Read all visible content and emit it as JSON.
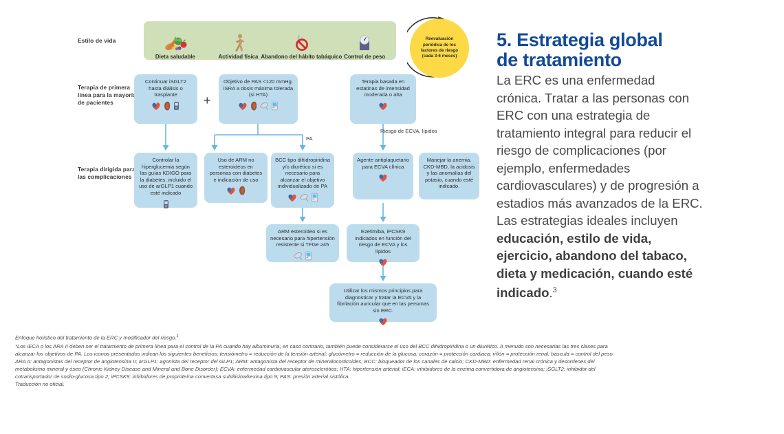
{
  "diagram": {
    "row_labels": [
      {
        "text": "Estilo de vida"
      },
      {
        "text": "Terapia de primera línea para la mayoría de pacientes"
      },
      {
        "text": "Terapia dirigida para las complicaciones"
      }
    ],
    "lifestyle": [
      {
        "label": "Dieta saludable",
        "icon": "healthy-food-icon",
        "glyph": "🥗"
      },
      {
        "label": "Actividad física",
        "icon": "running-person-icon",
        "glyph": "🏃"
      },
      {
        "label": "Abandono del hábito tabáquico",
        "icon": "no-smoking-icon",
        "glyph": "🚭"
      },
      {
        "label": "Control de peso",
        "icon": "weight-scale-icon",
        "glyph": "⚖"
      }
    ],
    "recheck": "Reevaluación periódica de los factores de riesgo (cada 3-6 meses)",
    "plus": "+",
    "boxes": {
      "sglt2": {
        "text": "Continuar iSGLT2 hasta diálisis o trasplante",
        "icons": [
          "heart-icon",
          "kidney-icon",
          "glucometer-icon"
        ]
      },
      "bp": {
        "text": "Objetivo de PAS <120 mmHg. iSRA a dosis máxima tolerada (si HTA)",
        "icons": [
          "heart-icon",
          "kidney-icon",
          "bp-cuff-icon",
          "bp-monitor-icon"
        ]
      },
      "statin": {
        "text": "Terapia basada en estatinas de intensidad moderada o alta",
        "icons": [
          "heart-icon"
        ]
      },
      "glycemia": {
        "text": "Controlar la hiperglucemia según las guías KDIGO para la diabetes, incluido el uso de arGLP1 cuando esté indicado",
        "icons": [
          "glucometer-icon"
        ]
      },
      "nsmra": {
        "text": "Uso de ARM no esteroideos en personas con diabetes e indicación de uso",
        "icons": [
          "heart-icon",
          "kidney-icon"
        ]
      },
      "ccb": {
        "text": "BCC tipo dihidropiridina y/o diurético si es necesario para alcanzar el objetivo individualizado de PA",
        "icons": [
          "heart-icon",
          "bp-cuff-icon",
          "bp-monitor-icon"
        ]
      },
      "antiplatelet": {
        "text": "Agente antiplaquetario para ECVA clínica",
        "icons": [
          "heart-icon"
        ]
      },
      "anemia": {
        "text": "Manejar la anemia, CKD-MBD, la acidosis y las anomalías del potasio, cuando esté indicado.",
        "icons": []
      },
      "smra": {
        "text": "ARM esteroideo si es necesario para hipertensión resistente si TFGe ≥45",
        "icons": [
          "bp-cuff-icon",
          "bp-monitor-icon"
        ]
      },
      "ezetimibe": {
        "text": "Ezetimiba, iPCSK9 indicados en función del riesgo de ECVA y los lípidos",
        "icons": [
          "heart-icon"
        ]
      },
      "afib": {
        "text": "Utilizar los mismos principios para diagnosticar y tratar la ECVA y la fibrilación auricular que en las personas sin ERC.",
        "icons": [
          "heart-icon"
        ]
      }
    },
    "connector_labels": [
      {
        "text": "PA"
      },
      {
        "text": "Riesgo de ECVA, lípidos"
      }
    ]
  },
  "right": {
    "title_line1": "5. Estrategia global",
    "title_line2": "de tratamiento",
    "body_plain_1": "La ERC es una enfermedad crónica. Tratar a las personas con ERC con una estrategia de tratamiento integral para reducir el riesgo de complicaciones (por ejemplo, enfermedades cardiovasculares) y de progresión a estadios más avanzados de la ERC. Las estrategias ideales incluyen ",
    "body_bold": "educación, estilo de vida, ejercicio, abandono del tabaco, dieta y medicación, cuando esté indicado",
    "body_tail": ".",
    "body_sup": "3"
  },
  "footnotes": {
    "title": "Enfoque holístico del tratamiento de la ERC y modificador del riesgo.",
    "title_sup": "1",
    "lines": [
      "*Los iECA o los ARA II deben ser el tratamiento de primera línea para el control de la PA cuando hay albuminuria; en caso contrario, también puede considerarse el uso del BCC dihidropiridina o un diurético. A menudo son necesarias las tres clases para",
      "alcanzar los objetivos de PA. Los iconos presentados indican los siguientes beneficios: tensiómetro = reducción de la tensión arterial; glucómetro = reducción de la glucosa; corazón = protección cardiaca; riñón = protección renal; báscula = control del peso.",
      "ARA II: antagonistas del receptor de angiotensina II; arGLP1: agonista del receptor del GLP1; ARM: antagonista del receptor de mineralocorticoides; BCC: bloqueador de los canales de calcio; CKD-MBD: enfermedad renal crónica y desordenes del",
      "metabolismo mineral y óseo (Chronic Kidney Disease and Mineral and Bone Disorder); ECVA: enfermedad cardiovascular aterosclerótica; HTA: hipertensión arterial; iECA: inhibidores de la enzima convertidora de angiotensina; iSGLT2: inhibidor del",
      "cotransportador de sodio-glucosa tipo 2; iPCSK9: inhibidores de proproteína convertasa subtilisina/kexina tipo 9; PAS: presión arterial sistólica.",
      "Traducción no oficial."
    ]
  },
  "colors": {
    "box_blue": "#bcdcee",
    "band_green": "#cfdfb8",
    "recheck_yellow": "#fcd945",
    "title_blue": "#134a96",
    "connector_blue": "#6cb6de"
  }
}
